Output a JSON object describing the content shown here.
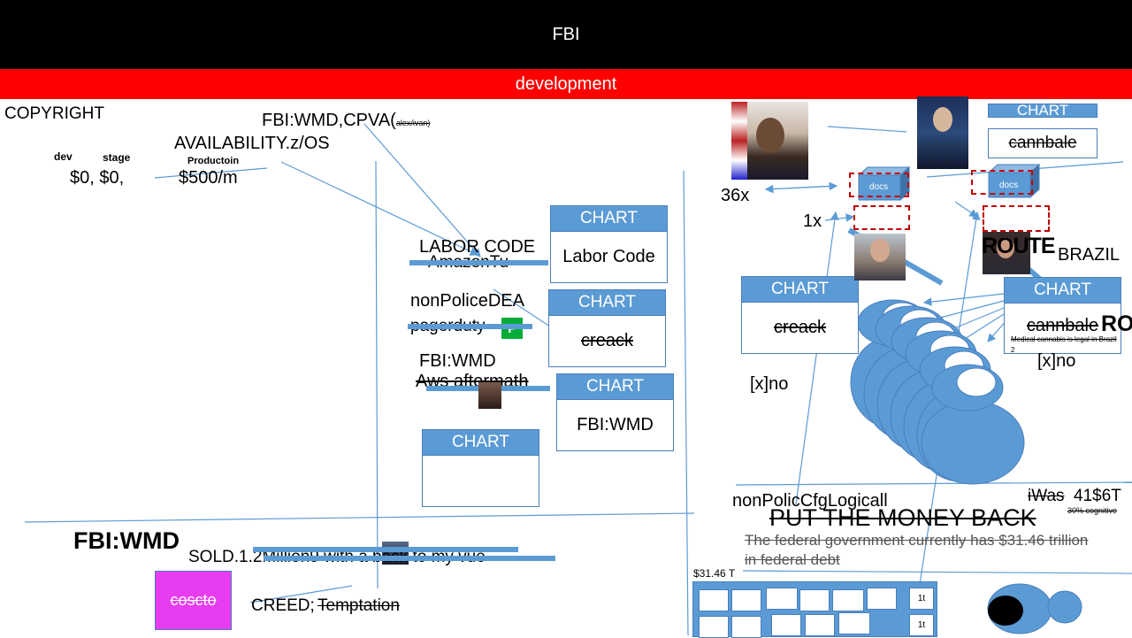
{
  "header": {
    "title": "FBI",
    "subtitle": "development"
  },
  "left": {
    "copyright": "COPYRIGHT",
    "env_dev": "dev",
    "env_stage": "stage",
    "env_prod": "Productoin",
    "price_dev_stage": "$0, $0,",
    "price_prod": "$500/m",
    "fbi_wmd_cpva": "FBI:WMD,CPVA(",
    "fbi_wmd_cpva_small": "alex/ivan)",
    "availability": "AVAILABILITY.z/OS",
    "fbi_wmd_big": "FBI:WMD",
    "sold": "SOLD.1.2Million9 with a back to my vue",
    "cosco": "coscto",
    "creed": "CREED;",
    "temptation": "Temptation"
  },
  "middle": {
    "labor_code": "LABOR CODE",
    "amazon": "AmazonTu",
    "nonpolice_dea": "nonPoliceDEA",
    "pagerduty": "pagerduty",
    "pagerduty_badge": "P",
    "fbi_wmd": "FBI:WMD",
    "aws_aftermath": "Aws aftermath"
  },
  "charts": [
    {
      "head": "CHART",
      "body": "Labor Code"
    },
    {
      "head": "CHART",
      "body": "creack"
    },
    {
      "head": "CHART",
      "body": "FBI:WMD"
    },
    {
      "head": "CHART",
      "body": ""
    },
    {
      "head": "CHART",
      "body": "cannbale"
    },
    {
      "head": "CHART",
      "body": "creack"
    },
    {
      "head": "CHART",
      "body": "cannbale"
    }
  ],
  "right": {
    "docs_label": "docs",
    "x36": "36x",
    "x1": "1x",
    "route": "ROUTE",
    "brazil": "BRAZIL",
    "ro": "RO",
    "cannabis_note": "Medical cannabis is legal in Brazil",
    "cannabis_note2": "2",
    "x_no_1": "[x]no",
    "x_no_2": "[x]no",
    "nonpolic_cfg": "nonPolicCfgLogicall",
    "i_was": "iWas",
    "amount_41": "41$6T",
    "cognitive": "30% cognitive",
    "put_money_back": "PUT THE MONEY BACK",
    "federal_debt": "The federal government currently has $31.46 trillion in federal debt",
    "debt_label": "$31.46 T",
    "cell_1t": "1t"
  },
  "colors": {
    "accent": "#5b9bd5",
    "header_bg": "#000000",
    "subheader_bg": "#ff0000",
    "cosco_bg": "#e83cf0"
  }
}
